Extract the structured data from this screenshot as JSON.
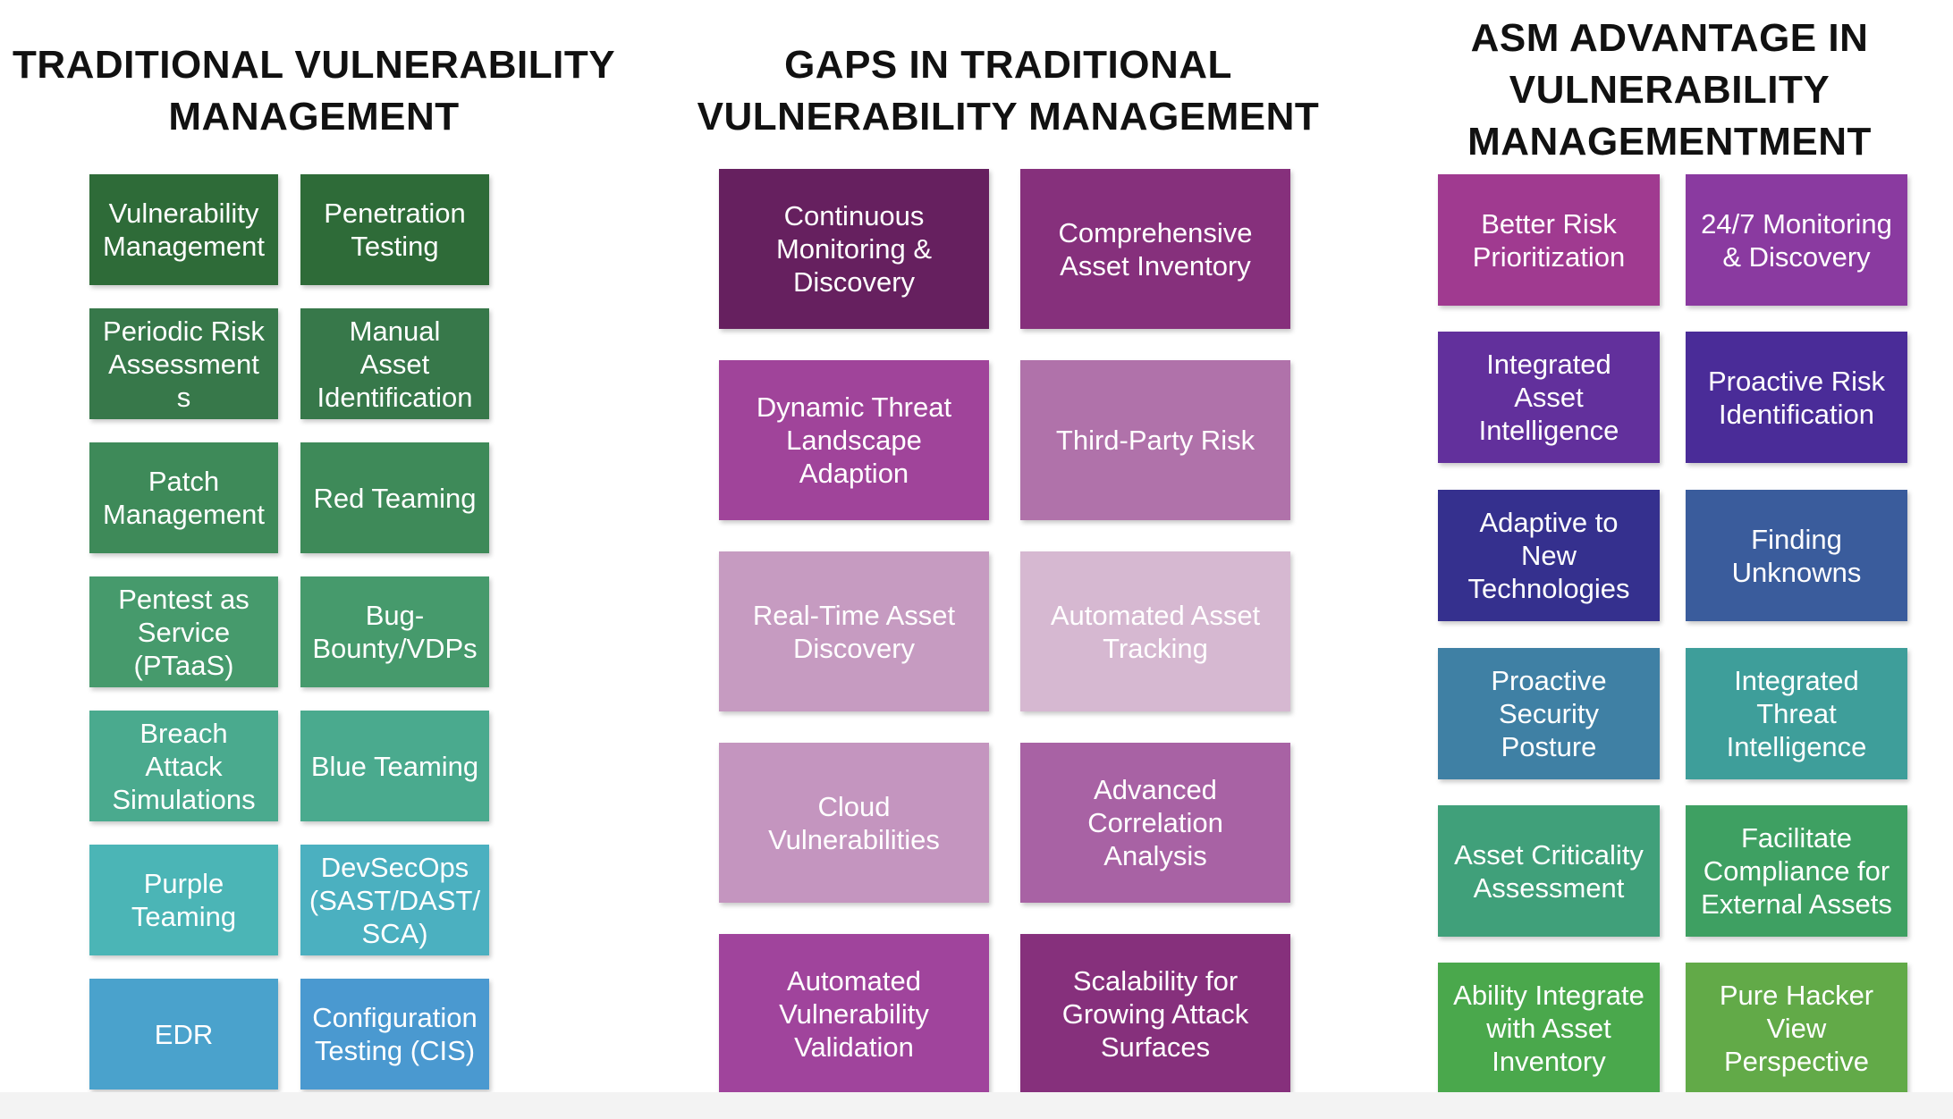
{
  "columns": [
    {
      "title": "TRADITIONAL VULNERABILITY\nMANAGEMENT",
      "tiles": [
        {
          "label": "Vulnerability\nManagement",
          "color": "#2e6b38"
        },
        {
          "label": "Penetration\nTesting",
          "color": "#2e6b38"
        },
        {
          "label": "Periodic Risk\nAssessment\ns",
          "color": "#37784a"
        },
        {
          "label": "Manual\nAsset\nIdentification",
          "color": "#37784a"
        },
        {
          "label": "Patch\nManagement",
          "color": "#3e8a59"
        },
        {
          "label": "Red Teaming",
          "color": "#3e8a59"
        },
        {
          "label": "Pentest as\nService\n(PTaaS)",
          "color": "#469a6c"
        },
        {
          "label": "Bug-\nBounty/VDPs",
          "color": "#469a6c"
        },
        {
          "label": "Breach\nAttack\nSimulations",
          "color": "#4aaa8e"
        },
        {
          "label": "Blue Teaming",
          "color": "#4aaa8e"
        },
        {
          "label": "Purple\nTeaming",
          "color": "#4bb5b6"
        },
        {
          "label": "DevSecOps\n(SAST/DAST/\nSCA)",
          "color": "#4bb0c0"
        },
        {
          "label": "EDR",
          "color": "#4aa2cc"
        },
        {
          "label": "Configuration\nTesting (CIS)",
          "color": "#4a99d0"
        }
      ]
    },
    {
      "title": "GAPS IN TRADITIONAL\nVULNERABILITY MANAGEMENT",
      "tiles": [
        {
          "label": "Continuous\nMonitoring &\nDiscovery",
          "color": "#66205f"
        },
        {
          "label": "Comprehensive\nAsset Inventory",
          "color": "#86307c"
        },
        {
          "label": "Dynamic Threat\nLandscape\nAdaption",
          "color": "#a0449a"
        },
        {
          "label": "Third-Party Risk",
          "color": "#b072aa"
        },
        {
          "label": "Real-Time Asset\nDiscovery",
          "color": "#c69bc1"
        },
        {
          "label": "Automated Asset\nTracking",
          "color": "#d6b8d1"
        },
        {
          "label": "Cloud\nVulnerabilities",
          "color": "#c495bf"
        },
        {
          "label": "Advanced\nCorrelation\nAnalysis",
          "color": "#a862a4"
        },
        {
          "label": "Automated\nVulnerability\nValidation",
          "color": "#a0449c"
        },
        {
          "label": "Scalability for\nGrowing Attack\nSurfaces",
          "color": "#86307c"
        }
      ]
    },
    {
      "title": "ASM ADVANTAGE IN\nVULNERABILITY\nMANAGEMENTMENT",
      "tiles": [
        {
          "label": "Better Risk\nPrioritization",
          "color": "#a03a90"
        },
        {
          "label": "24/7 Monitoring\n& Discovery",
          "color": "#8a3aa0"
        },
        {
          "label": "Integrated\nAsset\nIntelligence",
          "color": "#62309c"
        },
        {
          "label": "Proactive Risk\nIdentification",
          "color": "#4a2c98"
        },
        {
          "label": "Adaptive to\nNew\nTechnologies",
          "color": "#35308e"
        },
        {
          "label": "Finding\nUnknowns",
          "color": "#3a5c9c"
        },
        {
          "label": "Proactive\nSecurity\nPosture",
          "color": "#3f80a4"
        },
        {
          "label": "Integrated\nThreat\nIntelligence",
          "color": "#3e9e9a"
        },
        {
          "label": "Asset Criticality\nAssessment",
          "color": "#40a07a"
        },
        {
          "label": "Facilitate\nCompliance for\nExternal Assets",
          "color": "#3ea062"
        },
        {
          "label": "Ability Integrate\nwith Asset\nInventory",
          "color": "#4aa84c"
        },
        {
          "label": "Pure Hacker\nView\nPerspective",
          "color": "#62aa48"
        }
      ]
    }
  ]
}
